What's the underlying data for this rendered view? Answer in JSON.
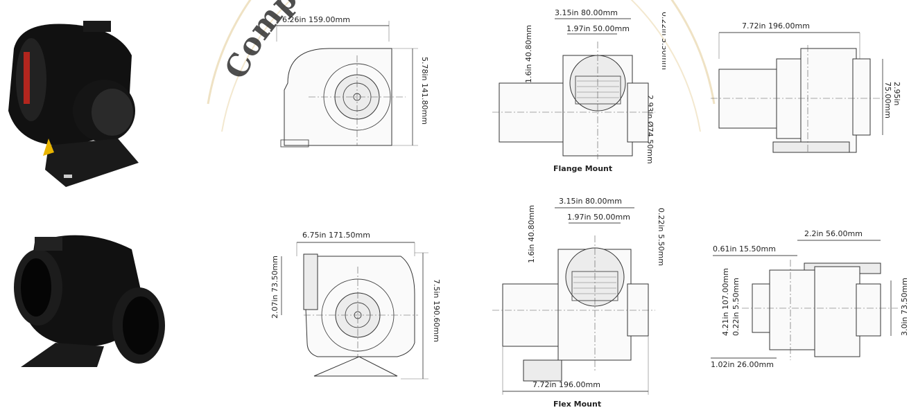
{
  "watermark": {
    "text": "Complete Range of Safety"
  },
  "captions": {
    "flange": "Flange Mount",
    "flex": "Flex Mount"
  },
  "dims": {
    "r1_front_width": "6.26in 159.00mm",
    "r1_front_height": "5.78in 141.80mm",
    "r1_side_top": "3.15in 80.00mm",
    "r1_side_inner": "1.97in 50.00mm",
    "r1_side_left": "1.6in 40.80mm",
    "r1_side_right": "0.22in 5.50mm",
    "r1_side_dia": "2.93in Ø74.50mm",
    "r1_plan_width": "7.72in 196.00mm",
    "r1_plan_height_a": "2.95in",
    "r1_plan_height_b": "75.00mm",
    "r2_front_width": "6.75in 171.50mm",
    "r2_front_left": "2.07in 73.50mm",
    "r2_front_height": "7.5in 190.60mm",
    "r2_side_top": "3.15in 80.00mm",
    "r2_side_inner": "1.97in 50.00mm",
    "r2_side_left": "1.6in 40.80mm",
    "r2_side_right": "0.22in 5.50mm",
    "r2_side_bottom": "7.72in 196.00mm",
    "r2_plan_top": "2.2in 56.00mm",
    "r2_plan_slot": "0.61in 15.50mm",
    "r2_plan_left_a": "4.21in 107.00mm",
    "r2_plan_left_b": "0.22in 5.50mm",
    "r2_plan_right": "3.0in 73.50mm",
    "r2_plan_bottom": "1.02in 26.00mm"
  }
}
